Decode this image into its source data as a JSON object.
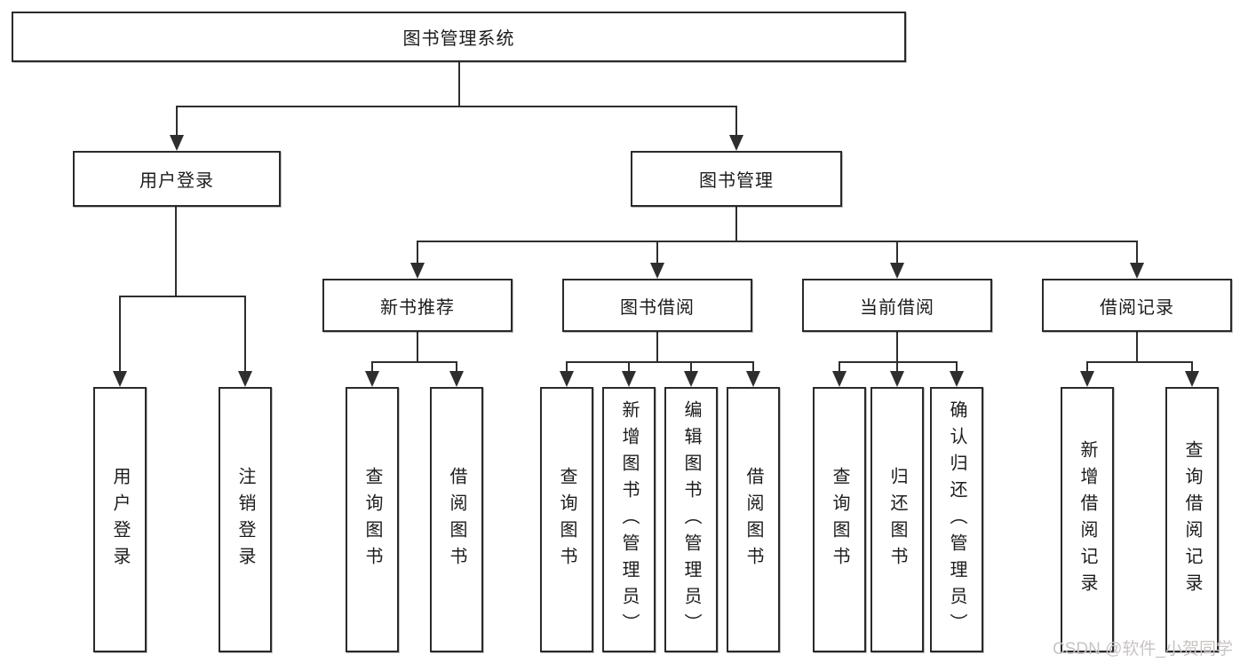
{
  "diagram_type": "hierarchy-tree",
  "tree": {
    "root": {
      "label": "图书管理系统"
    },
    "branches": [
      {
        "label": "用户登录",
        "children": [
          {
            "label": "用户登录"
          },
          {
            "label": "注销登录"
          }
        ]
      },
      {
        "label": "图书管理",
        "children": [
          {
            "label": "新书推荐",
            "children": [
              {
                "label": "查询图书"
              },
              {
                "label": "借阅图书"
              }
            ]
          },
          {
            "label": "图书借阅",
            "children": [
              {
                "label": "查询图书"
              },
              {
                "label": "新增图书（管理员）"
              },
              {
                "label": "编辑图书（管理员）"
              },
              {
                "label": "借阅图书"
              }
            ]
          },
          {
            "label": "当前借阅",
            "children": [
              {
                "label": "查询图书"
              },
              {
                "label": "归还图书"
              },
              {
                "label": "确认归还（管理员）"
              }
            ]
          },
          {
            "label": "借阅记录",
            "children": [
              {
                "label": "新增借阅记录"
              },
              {
                "label": "查询借阅记录"
              }
            ]
          }
        ]
      }
    ]
  },
  "watermark": {
    "text": "CSDN @软件_小贺同学"
  },
  "colors": {
    "line": "#2e2e2e",
    "box_border": "#2a2a2a",
    "box_background": "#ffffff",
    "page_background": "#ffffff",
    "text": "#1c1c1c",
    "watermark": "#c8c4c3"
  }
}
